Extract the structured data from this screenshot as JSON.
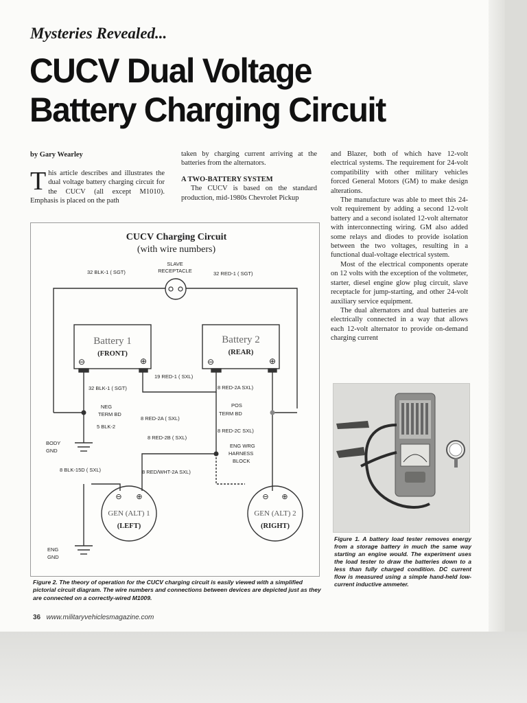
{
  "article": {
    "kicker": "Mysteries Revealed...",
    "title_line1": "CUCV Dual Voltage",
    "title_line2": "Battery Charging Circuit",
    "byline": "by Gary Wearley"
  },
  "col1": {
    "dropcap": "T",
    "para1": "his article describes and illustrates the dual voltage battery charging circuit for the CUCV (all except M1010). Emphasis is placed on the path"
  },
  "col2": {
    "para1": "taken by charging current arriving at the batteries from the alternators.",
    "subhead": "A TWO-BATTERY SYSTEM",
    "para2": "The CUCV is based on the standard production, mid-1980s Chevrolet Pickup"
  },
  "col3": {
    "para1": "and Blazer, both of which have 12-volt electrical systems. The requirement for 24-volt compatibility with other military vehicles forced General Motors (GM) to make design alterations.",
    "para2": "The manufacture was able to meet this 24-volt requirement by adding a second 12-volt battery and a second isolated 12-volt alternator with interconnecting wiring. GM also added some relays and diodes to provide isolation between the two voltages, resulting in a functional dual-voltage electrical system.",
    "para3": "Most of the electrical components operate on 12 volts with the exception of the voltmeter, starter, diesel engine glow plug circuit, slave receptacle for jump-starting, and other 24-volt auxiliary service equipment.",
    "para4": "The dual alternators and dual batteries are electrically connected in a way that allows each 12-volt alternator to provide on-demand charging current"
  },
  "diagram": {
    "title": "CUCV Charging Circuit",
    "subtitle": "(with wire numbers)",
    "slave_label_1": "SLAVE",
    "slave_label_2": "RECEPTACLE",
    "w_32blk_top": "32 BLK-1 ( SGT)",
    "w_32red_top": "32 RED-1 ( SGT)",
    "battery1": "Battery 1",
    "battery1_sub": "(FRONT)",
    "battery2": "Battery 2",
    "battery2_sub": "(REAR)",
    "w_19red": "19 RED-1 ( SXL)",
    "w_32blk_mid": "32 BLK-1 ( SGT)",
    "w_8red2a_sxl": "8 RED-2A SXL)",
    "neg_1": "NEG",
    "neg_2": "TERM BD",
    "w_5blk": "5 BLK-2",
    "pos_1": "POS",
    "pos_2": "TERM BD",
    "w_8red2a": "8 RED-2A ( SXL)",
    "w_8red2c": "8 RED-2C SXL)",
    "w_8red2b": "8 RED-2B ( SXL)",
    "body_gnd_1": "BODY",
    "body_gnd_2": "GND",
    "eng_wrg_1": "ENG WRG",
    "eng_wrg_2": "HARNESS",
    "eng_wrg_3": "BLOCK",
    "w_8blk15d": "8 BLK-15D ( SXL)",
    "w_8redwht": "8 RED/WHT-2A SXL)",
    "gen1": "GEN (ALT) 1",
    "gen1_sub": "(LEFT)",
    "gen2": "GEN (ALT) 2",
    "gen2_sub": "(RIGHT)",
    "eng_gnd_1": "ENG",
    "eng_gnd_2": "GND"
  },
  "caption_fig2": "Figure 2. The theory of operation for the CUCV charging circuit is easily viewed with a simplified pictorial circuit diagram. The wire numbers and connections between devices are depicted just as they are connected on a correctly-wired M1009.",
  "caption_fig1": "Figure 1. A battery load tester removes energy from a storage battery in much the same way starting an engine would. The experiment uses the load tester to draw the batteries down to a less than fully charged condition. DC current flow is measured using a simple hand-held low-current inductive ammeter.",
  "footer": {
    "page_number": "36",
    "url": "www.militaryvehiclesmagazine.com"
  }
}
